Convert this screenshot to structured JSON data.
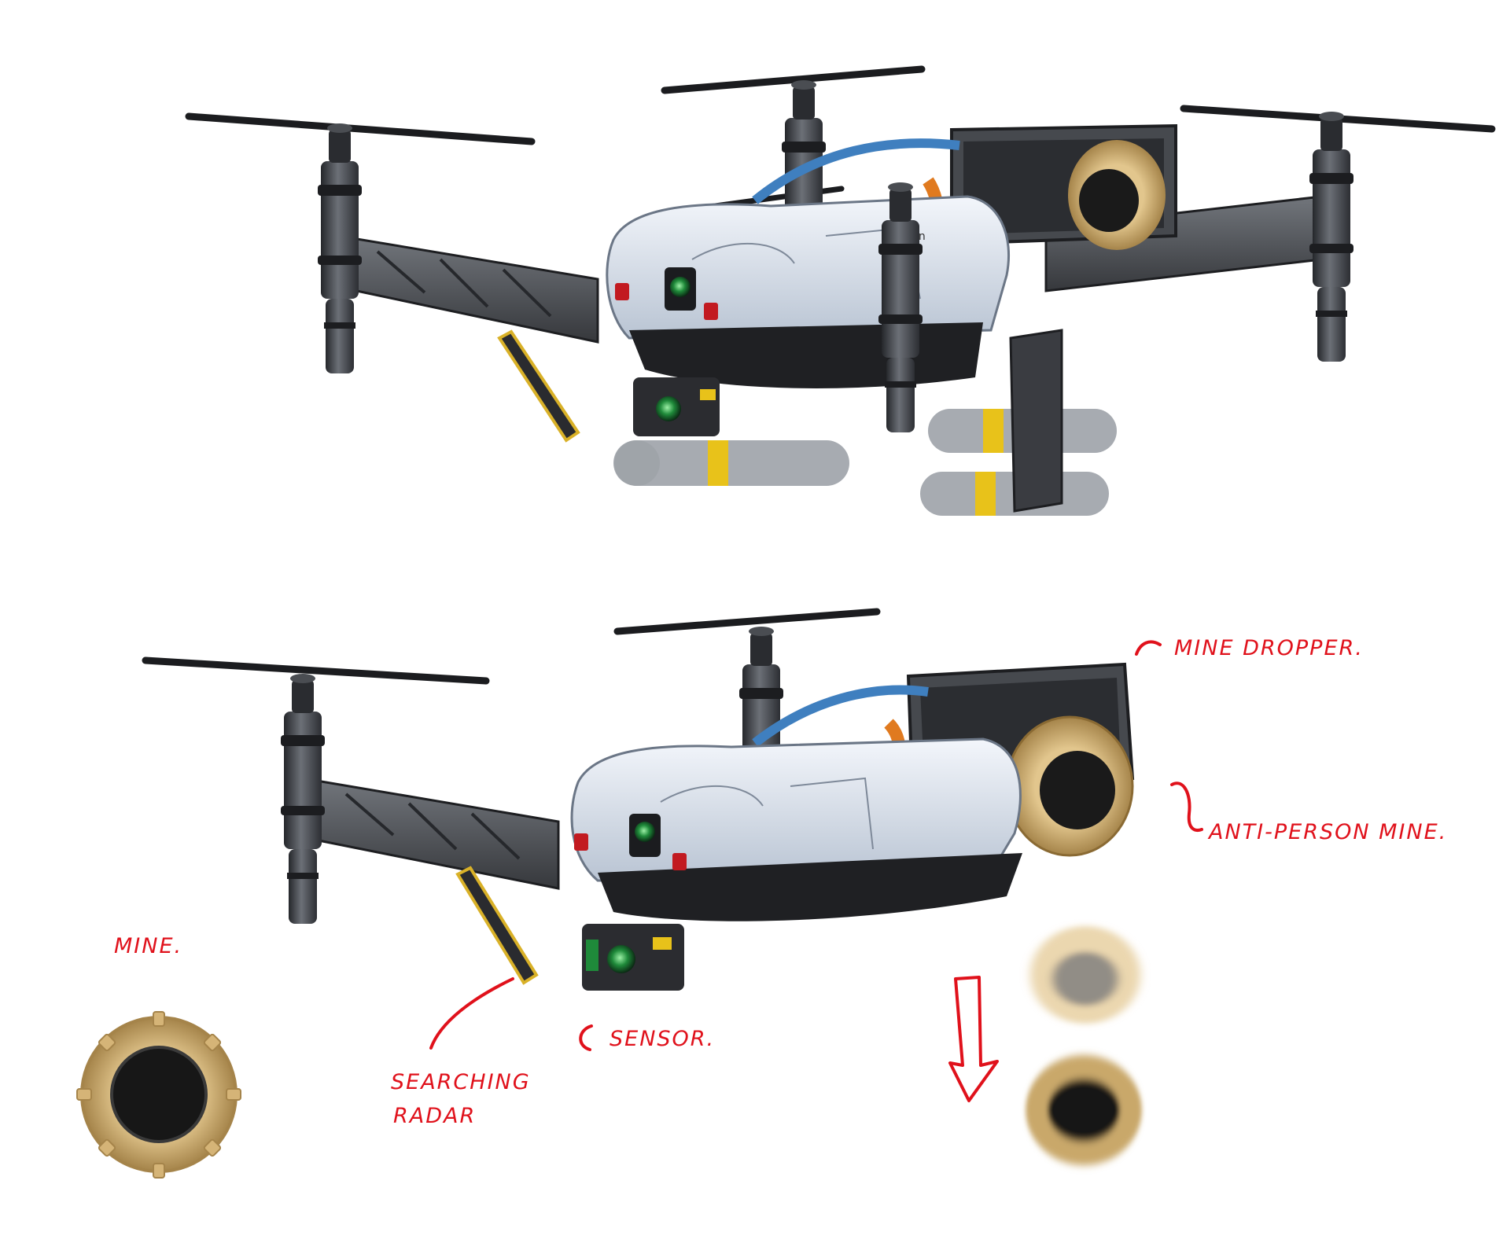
{
  "annotations": {
    "mine_dropper": "MINE DROPPER.",
    "anti_person_mine": "ANTI-PERSON MINE.",
    "mine": "MINE.",
    "searching_radar_line1": "SEARCHING",
    "searching_radar_line2": "RADAR",
    "sensor": "SENSOR."
  },
  "drone_brand_mark": "Vision",
  "colors": {
    "annotation_red": "#e0111b",
    "drone_shell": "#dfe7f2",
    "frame_dark": "#3b3e43",
    "mine_tan": "#c9a86a",
    "cable_blue": "#3f7fbf",
    "ribbon_orange": "#e07a1f",
    "missile_yellow": "#e8c21a"
  }
}
